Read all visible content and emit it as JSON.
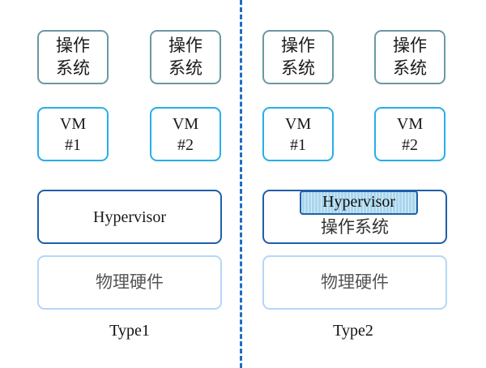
{
  "type1": {
    "os_left": "操作\n系统",
    "os_right": "操作\n系统",
    "vm_left": "VM\n#1",
    "vm_right": "VM\n#2",
    "hypervisor": "Hypervisor",
    "hardware": "物理硬件",
    "caption": "Type1"
  },
  "type2": {
    "os_left": "操作\n系统",
    "os_right": "操作\n系统",
    "vm_left": "VM\n#1",
    "vm_right": "VM\n#2",
    "hypervisor": "Hypervisor",
    "host_os": "操作系统",
    "hardware": "物理硬件",
    "caption": "Type2"
  }
}
